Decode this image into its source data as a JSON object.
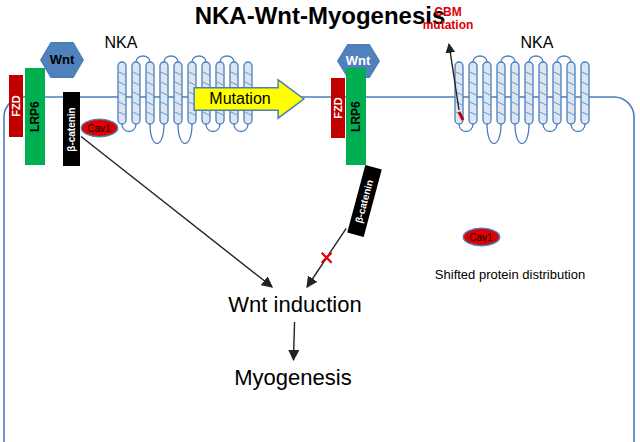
{
  "diagram": {
    "title": "NKA-Wnt-Myogenesis",
    "nodes": [
      {
        "text": [
          "Wnt"
        ]
      },
      {
        "text": [
          "FZD"
        ]
      },
      {
        "text": [
          "LRP6"
        ]
      },
      {
        "text": [
          "β-catenin"
        ]
      },
      {
        "text": [
          "Cav1"
        ]
      },
      {
        "text": [
          "Mutation"
        ]
      },
      {
        "text": [
          "Wnt"
        ]
      },
      {
        "text": [
          "FZD"
        ]
      },
      {
        "text": [
          "LRP6"
        ]
      },
      {
        "text": [
          "β-catenin"
        ]
      },
      {
        "text": [
          "Cav1"
        ]
      },
      {
        "text": [
          "Wnt induction"
        ]
      },
      {
        "text": [
          "Myogenesis"
        ]
      }
    ],
    "edges": [
      {
        "from": 3,
        "to": 11,
        "arrow": "to"
      },
      {
        "from": 9,
        "to": 11,
        "arrow": "to"
      },
      {
        "from": 11,
        "to": 12,
        "arrow": "to"
      }
    ],
    "labels": [
      "NKA",
      "NKA",
      "CBM mutation",
      "Shifted protein distribution"
    ]
  }
}
